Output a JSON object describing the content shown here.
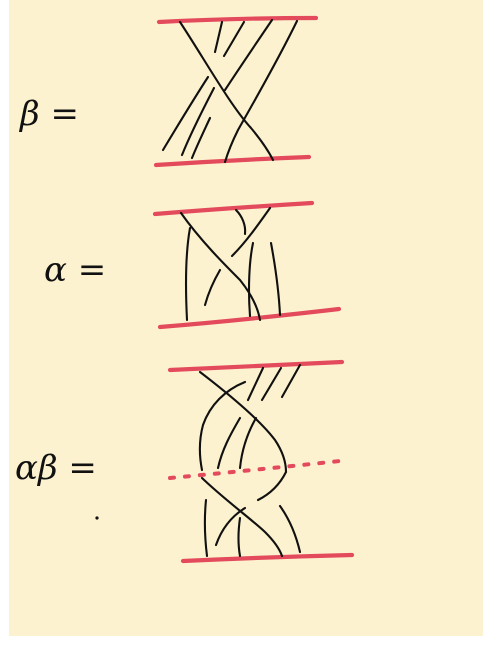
{
  "diagram": {
    "labels": {
      "beta": "β =",
      "alpha": "α =",
      "alpha_beta": "αβ ="
    },
    "colors": {
      "paper": "#fdf2cf",
      "ink": "#111111",
      "boundary": "#e34a5c"
    }
  }
}
